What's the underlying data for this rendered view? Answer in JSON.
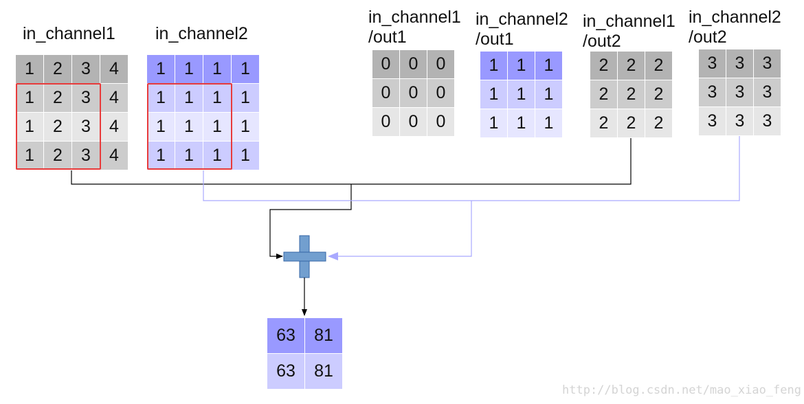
{
  "labels": {
    "in1": "in_channel1",
    "in2": "in_channel2",
    "k1_line1": "in_channel1",
    "k1_line2": "/out1",
    "k2_line1": "in_channel2",
    "k2_line2": "/out1",
    "k3_line1": "in_channel1",
    "k3_line2": "/out2",
    "k4_line1": "in_channel2",
    "k4_line2": "/out2"
  },
  "matrices": {
    "in1": {
      "values": [
        [
          "1",
          "2",
          "3",
          "4"
        ],
        [
          "1",
          "2",
          "3",
          "4"
        ],
        [
          "1",
          "2",
          "3",
          "4"
        ],
        [
          "1",
          "2",
          "3",
          "4"
        ]
      ],
      "colors": [
        "#b3b3b3",
        "#cccccc",
        "#e6e6e6",
        "#cccccc"
      ]
    },
    "in2": {
      "values": [
        [
          "1",
          "1",
          "1",
          "1"
        ],
        [
          "1",
          "1",
          "1",
          "1"
        ],
        [
          "1",
          "1",
          "1",
          "1"
        ],
        [
          "1",
          "1",
          "1",
          "1"
        ]
      ],
      "colors": [
        "#9999ff",
        "#ccccff",
        "#e6e6ff",
        "#ccccff"
      ]
    },
    "k1": {
      "values": [
        [
          "0",
          "0",
          "0"
        ],
        [
          "0",
          "0",
          "0"
        ],
        [
          "0",
          "0",
          "0"
        ]
      ],
      "colors": [
        "#b3b3b3",
        "#cccccc",
        "#e6e6e6"
      ]
    },
    "k2": {
      "values": [
        [
          "1",
          "1",
          "1"
        ],
        [
          "1",
          "1",
          "1"
        ],
        [
          "1",
          "1",
          "1"
        ]
      ],
      "colors": [
        "#9999ff",
        "#ccccff",
        "#e6e6ff"
      ]
    },
    "k3": {
      "values": [
        [
          "2",
          "2",
          "2"
        ],
        [
          "2",
          "2",
          "2"
        ],
        [
          "2",
          "2",
          "2"
        ]
      ],
      "colors": [
        "#b3b3b3",
        "#cccccc",
        "#e6e6e6"
      ]
    },
    "k4": {
      "values": [
        [
          "3",
          "3",
          "3"
        ],
        [
          "3",
          "3",
          "3"
        ],
        [
          "3",
          "3",
          "3"
        ]
      ],
      "colors": [
        "#b3b3b3",
        "#cccccc",
        "#e6e6e6"
      ]
    },
    "out": {
      "values": [
        [
          "63",
          "81"
        ],
        [
          "63",
          "81"
        ]
      ],
      "colors": [
        "#9999ff",
        "#ccccff"
      ]
    }
  },
  "colors": {
    "black_wire": "#000000",
    "blue_wire": "#a9a9ff",
    "plus_fill": "#729fcf",
    "plus_stroke": "#3465a4",
    "highlight": "#e83a3a"
  },
  "icons": {
    "sum": "plus-icon"
  },
  "watermark": "http://blog.csdn.net/mao_xiao_feng"
}
